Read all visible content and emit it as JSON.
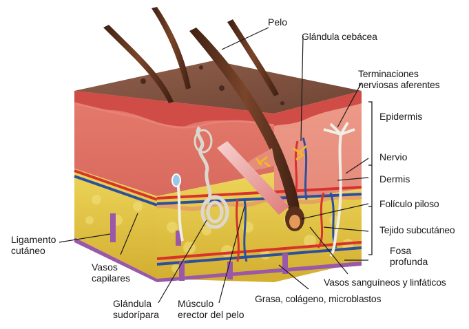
{
  "labels": {
    "pelo": "Pelo",
    "glandula_cebacea": "Glándula cebácea",
    "terminaciones_1": "Terminaciones",
    "terminaciones_2": "nerviosas aferentes",
    "epidermis": "Epidermis",
    "nervio": "Nervio",
    "dermis": "Dermis",
    "foliculo_piloso": "Folículo piloso",
    "tejido_subcutaneo": "Tejido subcutáneo",
    "fosa_1": "Fosa",
    "fosa_2": "profunda",
    "ligamento_1": "Ligamento",
    "ligamento_2": "cutáneo",
    "vasos_capilares_1": "Vasos",
    "vasos_capilares_2": "capilares",
    "vasos_sanguineos": "Vasos sanguíneos y linfáticos",
    "grasa": "Grasa, colágeno, microblastos",
    "glandula_sudoripara_1": "Glándula",
    "glandula_sudoripara_2": "sudorípara",
    "musculo_1": "Músculo",
    "musculo_2": "erector del pelo"
  },
  "colors": {
    "surface": "#8a5a47",
    "epidermis": "#d9584f",
    "dermis": "#e88a7a",
    "dermis_front": "#e9927f",
    "subcutaneous": "#e7cf4a",
    "subcutaneous_dark": "#d7b43a",
    "fat_cells": "#f1de78",
    "artery": "#d8322c",
    "vein": "#2e4f9e",
    "ligament": "#9a58a8",
    "hair": "#5a2f1c",
    "nerve": "#f0efe6",
    "sweat_gland": "#dcd8cf",
    "sebaceous": "#f2b62b"
  }
}
